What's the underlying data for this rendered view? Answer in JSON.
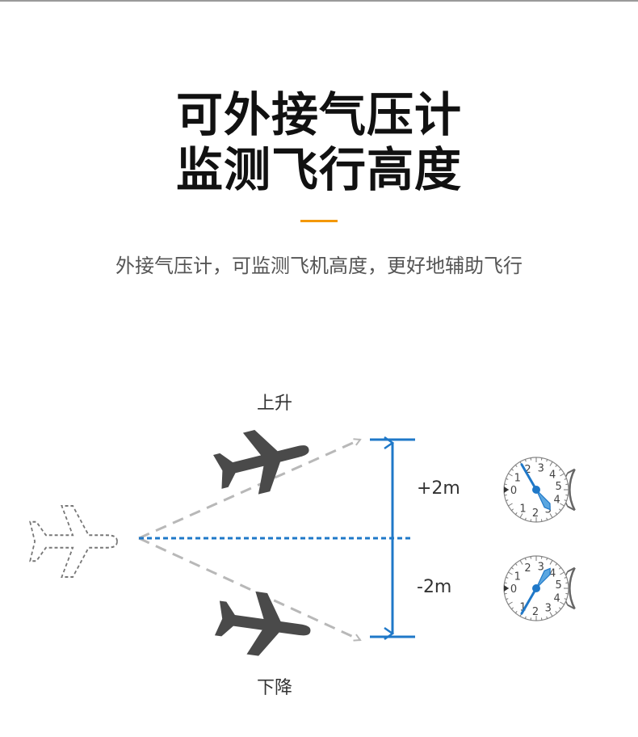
{
  "title_line1": "可外接气压计",
  "title_line2": "监测飞行高度",
  "subtitle": "外接气压计，可监测飞机高度，更好地辅助飞行",
  "labels": {
    "ascend": "上升",
    "descend": "下降",
    "plus": "+2m",
    "minus": "-2m"
  },
  "gauge_numbers": [
    "0",
    "1",
    "2",
    "3",
    "4",
    "5"
  ],
  "colors": {
    "accent": "#f39800",
    "blue": "#1f78c8",
    "plane": "#4a4a4a",
    "dash": "#b8b8b8"
  },
  "icons": [
    "airplane-icon",
    "altimeter-gauge-icon"
  ]
}
